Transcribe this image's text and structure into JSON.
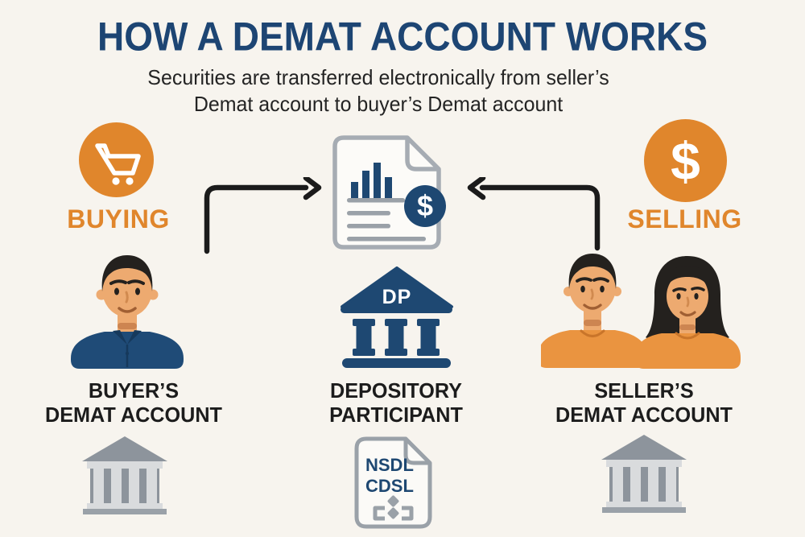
{
  "title": "HOW A DEMAT ACCOUNT WORKS",
  "subtitle": {
    "line1": "Securities are transferred electronically from seller’s",
    "line2": "Demat account to buyer’s Demat account"
  },
  "buying": {
    "label": "BUYING",
    "icon": "shopping-cart-icon"
  },
  "selling": {
    "label": "SELLING",
    "icon": "dollar-coin-icon",
    "coin_symbol": "$"
  },
  "transfer_document": {
    "icon": "statement-document-icon",
    "badge_symbol": "$"
  },
  "depository_participant": {
    "monogram": "DP",
    "label_line1": "DEPOSITORY",
    "label_line2": "PARTICIPANT",
    "icon": "bank-icon"
  },
  "buyer": {
    "label_line1": "BUYER’S",
    "label_line2": "DEMAT ACCOUNT",
    "icon": "bank-icon"
  },
  "seller": {
    "label_line1": "SELLER’S",
    "label_line2": "DEMAT ACCOUNT",
    "icon": "bank-icon"
  },
  "registry_document": {
    "line1": "NSDL",
    "line2": "CDSL",
    "icon": "document-flowchart-icon"
  },
  "colors": {
    "background": "#f7f4ee",
    "navy": "#1e4872",
    "title_navy": "#1d4573",
    "orange": "#e0862c",
    "shirt_orange": "#ea9440",
    "shirt_navy": "#1f4b77",
    "skin": "#edaa70",
    "gray_icon": "#8d949c",
    "gray_light": "#d9dbdd",
    "doc_border": "#a6acb3",
    "text_black": "#1c1c1c",
    "arrow_black": "#1b1b1b"
  }
}
